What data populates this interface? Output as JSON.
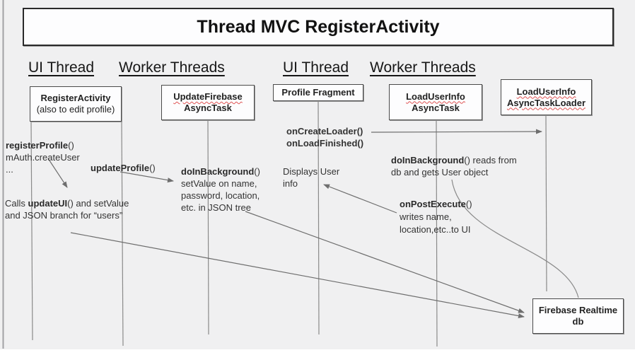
{
  "title": "Thread MVC RegisterActivity",
  "lane_headers": [
    {
      "label": "UI Thread"
    },
    {
      "label": "Worker Threads"
    },
    {
      "label": "UI Thread"
    },
    {
      "label": "Worker Threads"
    }
  ],
  "actors": {
    "register_activity": {
      "name": "RegisterActivity",
      "subtitle": "(also to edit profile)"
    },
    "update_firebase_asynctask": {
      "line1": "UpdateFirebase",
      "line2": "AsyncTask"
    },
    "profile_fragment": {
      "name": "Profile Fragment"
    },
    "load_user_info_asynctask": {
      "line1": "LoadUserInfo",
      "line2": "AsyncTask"
    },
    "load_user_info_asynctaskloader": {
      "line1": "LoadUserInfo",
      "line2": "AsyncTaskLoader"
    },
    "firebase_db": {
      "line1": "Firebase Realtime",
      "line2": "db"
    }
  },
  "annotations": {
    "register_profile": {
      "method": "registerProfile",
      "parens": "()",
      "line2": "mAuth.createUser",
      "line3": "..."
    },
    "update_profile": {
      "method": "updateProfile",
      "parens": "()"
    },
    "do_in_background_write": {
      "method": "doInBackground",
      "parens": "()",
      "line2": "setValue on name,",
      "line3": "password, location,",
      "line4": "etc. in JSON tree"
    },
    "calls_update_ui": {
      "prefix": "Calls ",
      "method": "updateUI",
      "suffix": "() and setValue",
      "line2": "and JSON branch for “users”"
    },
    "on_create_loader": {
      "line1": "onCreateLoader()",
      "line2": "onLoadFinished()"
    },
    "displays_user": {
      "line1": "Displays User",
      "line2": "info"
    },
    "do_in_background_read": {
      "method": "doInBackground",
      "suffix": "() reads from",
      "line2": "db and gets User object"
    },
    "on_post_execute": {
      "method": "onPostExecute",
      "parens": "()",
      "line2": "writes name,",
      "line3": "location,etc..to UI"
    }
  },
  "colors": {
    "canvas_bg": "#f0f0f1",
    "box_fill": "#fdfdfe",
    "box_border": "#4a4a4a",
    "title_border": "#2a2a2a",
    "lifeline_gray": "#8a8a8a",
    "arrow_gray": "#6e6e6e",
    "text": "#2b2b2b",
    "spellcheck_red": "#e05252"
  }
}
